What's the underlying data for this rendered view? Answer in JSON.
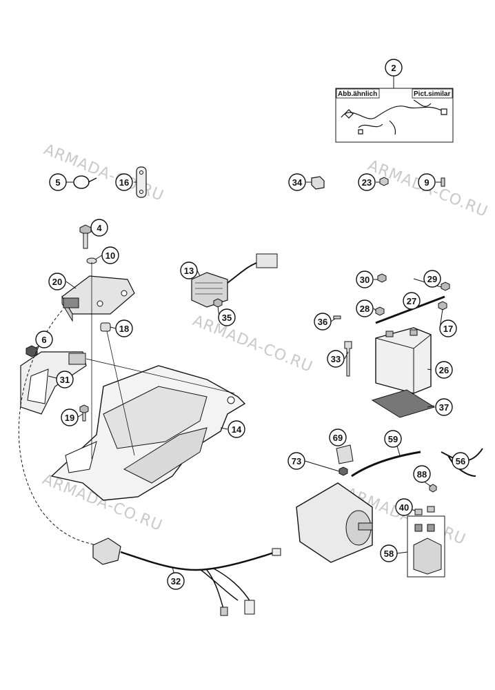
{
  "watermark": "ARMADA-CO.RU",
  "inset": {
    "callout": "2",
    "label_left": "Abb.ähnlich",
    "label_right": "Pict.similar"
  },
  "callouts": {
    "c2": "2",
    "c4": "4",
    "c5": "5",
    "c6": "6",
    "c9": "9",
    "c10": "10",
    "c13": "13",
    "c14": "14",
    "c16": "16",
    "c17": "17",
    "c18": "18",
    "c19": "19",
    "c20": "20",
    "c23": "23",
    "c26": "26",
    "c27": "27",
    "c28": "28",
    "c29": "29",
    "c30": "30",
    "c31": "31",
    "c32": "32",
    "c33": "33",
    "c34": "34",
    "c35": "35",
    "c36": "36",
    "c37": "37",
    "c40": "40",
    "c56": "56",
    "c58": "58",
    "c59": "59",
    "c69": "69",
    "c73": "73",
    "c88": "88"
  }
}
